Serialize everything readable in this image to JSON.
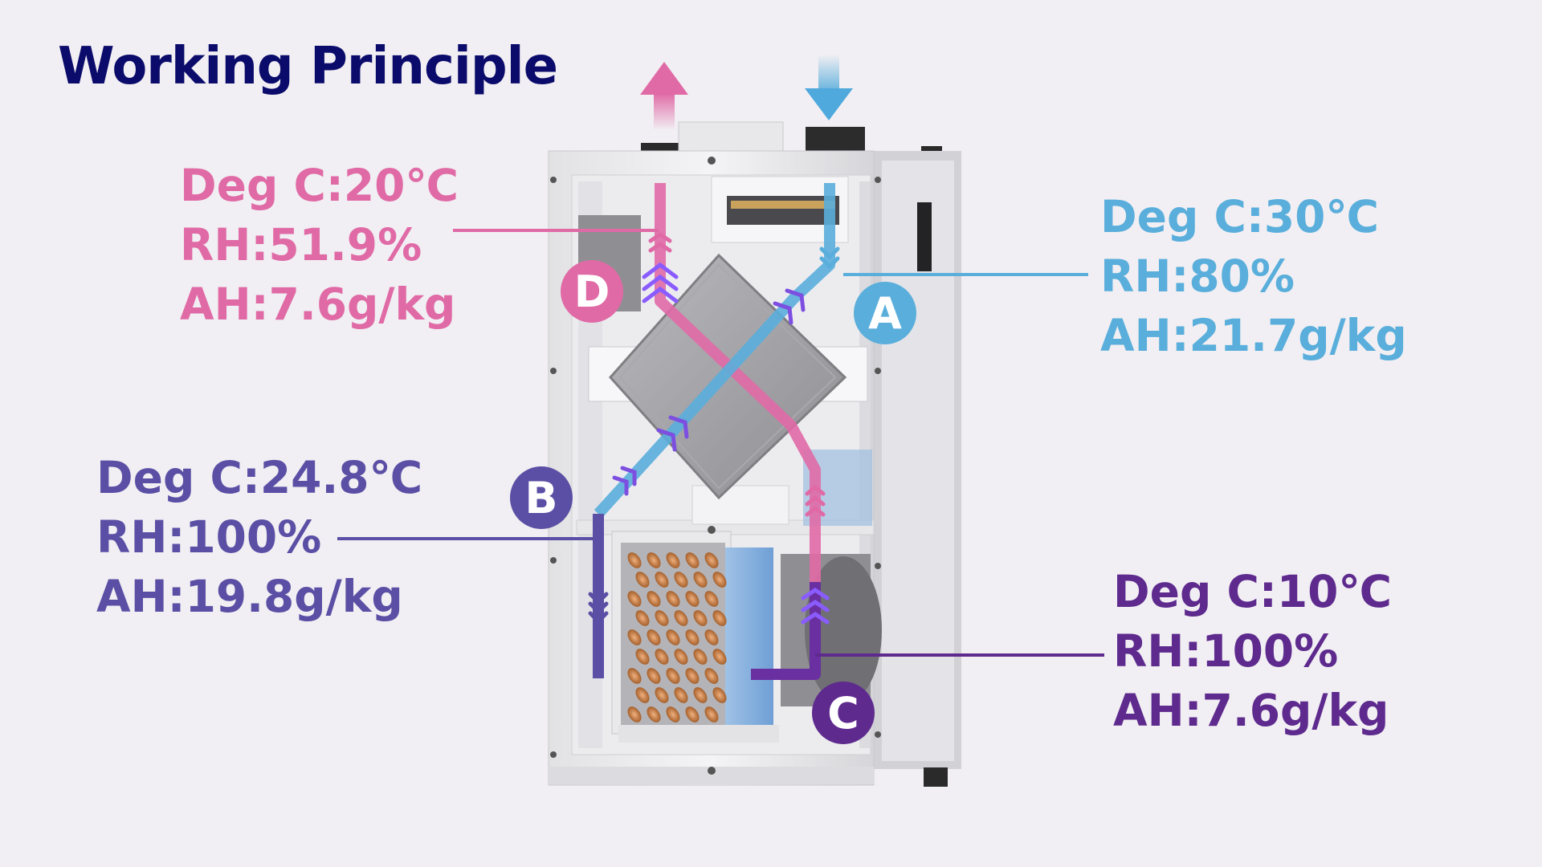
{
  "title": "Working Principle",
  "colors": {
    "title": "#0b0b6b",
    "point_a": "#5aaedb",
    "point_b": "#5b4fa5",
    "point_c": "#5e2a8e",
    "point_d": "#e06aa6",
    "background": "#f1eff3"
  },
  "points": {
    "a": {
      "marker": "A",
      "temp": "Deg C:30℃",
      "rh": "RH:80%",
      "ah": "AH:21.7g/kg"
    },
    "b": {
      "marker": "B",
      "temp": "Deg C:24.8℃",
      "rh": "RH:100%",
      "ah": "AH:19.8g/kg"
    },
    "c": {
      "marker": "C",
      "temp": "Deg C:10℃",
      "rh": "RH:100%",
      "ah": "AH:7.6g/kg"
    },
    "d": {
      "marker": "D",
      "temp": "Deg C:20℃",
      "rh": "RH:51.9%",
      "ah": "AH:7.6g/kg"
    }
  },
  "icons": {
    "exhaust_arrow": "arrow-up-icon",
    "intake_arrow": "arrow-down-icon"
  }
}
